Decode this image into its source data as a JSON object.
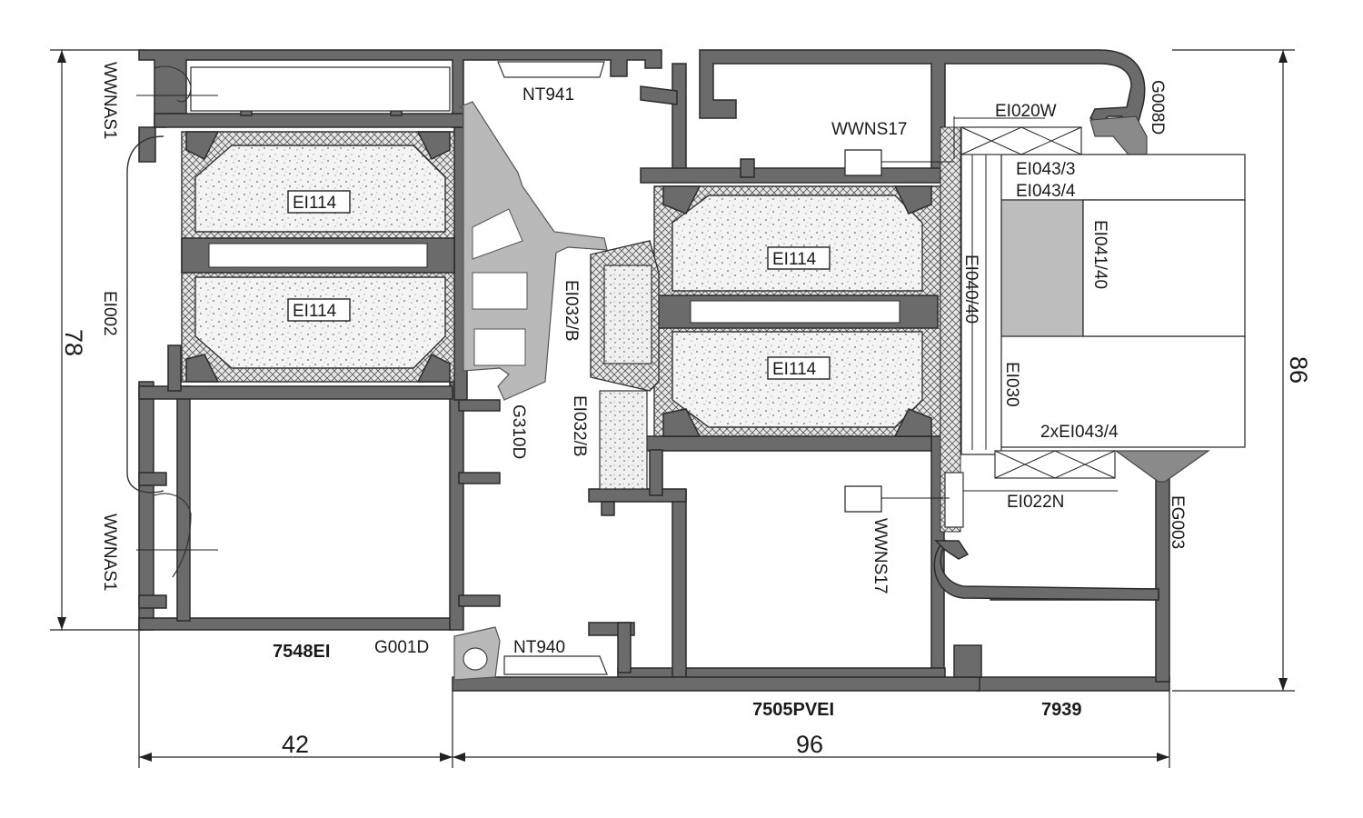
{
  "labels": {
    "wwnas1_top": "WWNAS1",
    "wwnas1_bottom": "WWNAS1",
    "ei002": "EI002",
    "nt941": "NT941",
    "wwns17_top": "WWNS17",
    "wwns17_bottom": "WWNS17",
    "ei020w": "EI020W",
    "g008d": "G008D",
    "ei043_3": "EI043/3",
    "ei043_4": "EI043/4",
    "ei041_40": "EI041/40",
    "ei040_40": "EI040/40",
    "ei030": "EI030",
    "ei032b_top": "EI032/B",
    "ei032b_bottom": "EI032/B",
    "g310d": "G310D",
    "two_ei043_4": "2xEI043/4",
    "ei022n": "EI022N",
    "eg003": "EG003",
    "g001d": "G001D",
    "nt940": "NT940",
    "ei114_1": "EI114",
    "ei114_2": "EI114",
    "ei114_3": "EI114",
    "ei114_4": "EI114"
  },
  "profiles": {
    "left": "7548EI",
    "middle": "7505PVEI",
    "right": "7939"
  },
  "dimensions": {
    "width_left": "42",
    "width_right": "96",
    "height_left": "78",
    "height_right": "86"
  }
}
